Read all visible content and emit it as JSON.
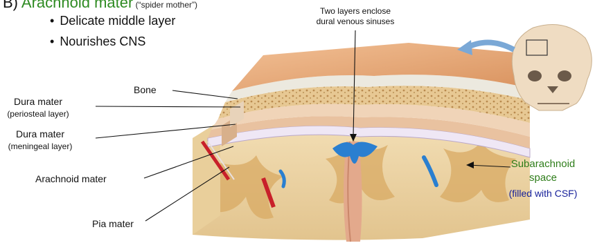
{
  "heading": {
    "prefix": "B) ",
    "term": "Arachnoid mater",
    "note": " (“spider mother”)"
  },
  "bullets": [
    "Delicate middle layer",
    "Nourishes CNS"
  ],
  "labels": {
    "sinus_line1": "Two layers enclose",
    "sinus_line2": "dural venous sinuses",
    "bone": "Bone",
    "dura1": "Dura mater",
    "dura1_sub": "(periosteal layer)",
    "dura2": "Dura mater",
    "dura2_sub": "(meningeal layer)",
    "arachnoid": "Arachnoid mater",
    "pia": "Pia mater",
    "subarach1": "Subarachnoid",
    "subarach2": "space",
    "subarach3": "(filled with CSF)"
  },
  "colors": {
    "accent_green": "#2e8b22",
    "accent_blue": "#16209a"
  }
}
